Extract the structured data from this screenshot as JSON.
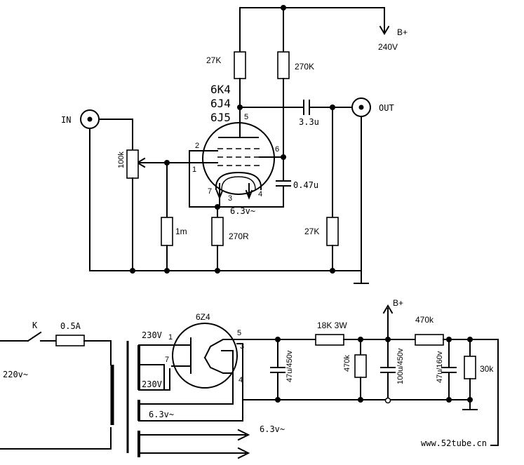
{
  "preamp": {
    "in_label": "IN",
    "out_label": "OUT",
    "b_plus_label": "B+",
    "b_plus_voltage": "240V",
    "r_plate": "27K",
    "r_screen": "270K",
    "tube_types": [
      "6K4",
      "6J4",
      "6J5"
    ],
    "pin_5": "5",
    "pin_2": "2",
    "pin_6": "6",
    "pin_1": "1",
    "pin_7": "7",
    "pin_3": "3",
    "pin_4": "4",
    "c_out": "3.3u",
    "c_screen": "0.47u",
    "pot": "100k",
    "r_grid": "1m",
    "r_cathode": "270R",
    "r_load": "27K",
    "heater": "6.3v~"
  },
  "psu": {
    "switch": "K",
    "fuse": "0.5A",
    "mains": "220v~",
    "rect_tube": "6Z4",
    "hv_top": "230V",
    "hv_bottom": "230V",
    "pin_1": "1",
    "pin_7": "7",
    "pin_5": "5",
    "pin_3": "3",
    "pin_4": "4",
    "heater_rect": "6.3v~",
    "heater_out": "6.3v~",
    "r_series": "18K 3W",
    "b_plus_label": "B+",
    "r_470k_top": "470k",
    "r_470k_side": "470k",
    "r_30k": "30k",
    "c1": "47u/450v",
    "c2": "100u/450v",
    "c3": "47u/160v",
    "site": "www.52tube.cn"
  }
}
